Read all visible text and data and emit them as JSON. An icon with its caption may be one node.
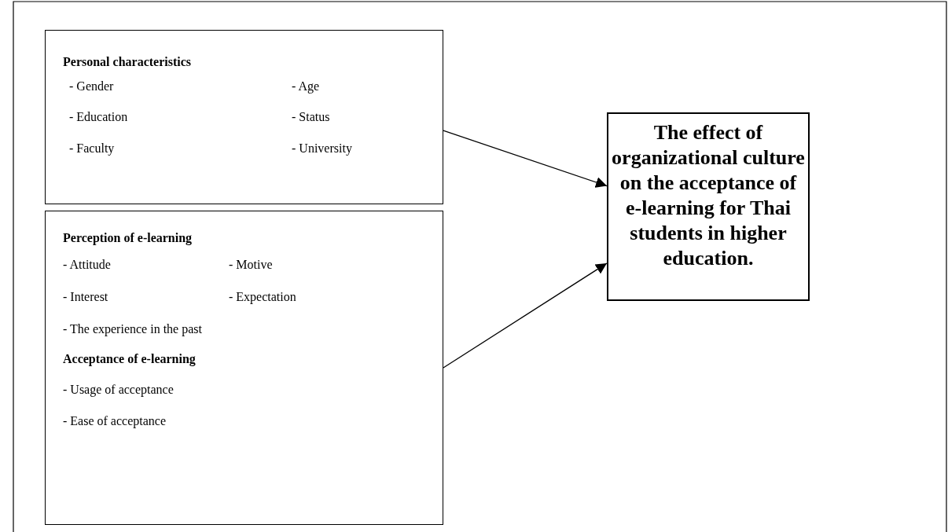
{
  "diagram": {
    "nodes": [
      {
        "text": [
          "Personal characteristics",
          "- Gender",
          "- Age",
          "- Education",
          "- Status",
          "- Faculty",
          "- University"
        ]
      },
      {
        "text": [
          "Perception of e-learning",
          "- Attitude",
          "- Motive",
          "- Interest",
          "- Expectation",
          "- The experience in the past",
          "Acceptance of e-learning",
          "- Usage of acceptance",
          "- Ease of acceptance"
        ]
      },
      {
        "text": [
          "The effect of organizational culture on the acceptance of e-learning for Thai students in higher education."
        ]
      }
    ],
    "edges": [
      {
        "from": 0,
        "to": 2,
        "arrow": "to"
      },
      {
        "from": 1,
        "to": 2,
        "arrow": "to"
      }
    ]
  }
}
